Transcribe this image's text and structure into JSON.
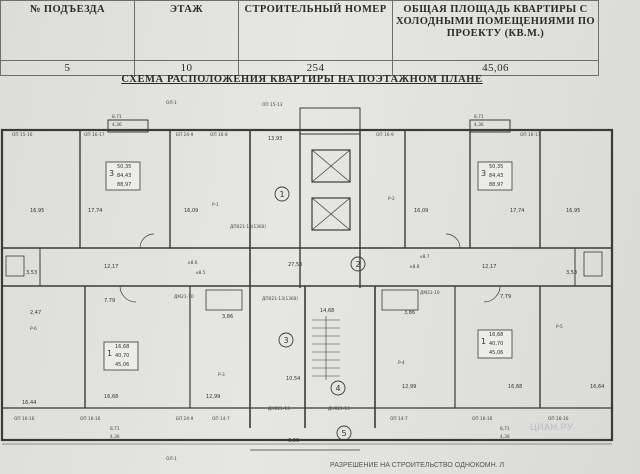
{
  "header": {
    "col1": "№ ПОДЪЕЗДА",
    "col2": "ЭТАЖ",
    "col3": "СТРОИТЕЛЬНЫЙ НОМЕР",
    "col4": "ОБЩАЯ ПЛОЩАДЬ КВАРТИРЫ С ХОЛОДНЫМИ ПОМЕЩЕНИЯМИ ПО ПРОЕКТУ (КВ.М.)",
    "entrance": "5",
    "floor": "10",
    "number": "254",
    "area": "45,06"
  },
  "title": "СХЕМА РАСПОЛОЖЕНИЯ КВАРТИРЫ НА ПОЭТАЖНОМ ПЛАНЕ",
  "plan": {
    "units": {
      "u1": [
        "3",
        "50,35",
        "84,43",
        "88,97"
      ],
      "u2": [
        "3",
        "50,35",
        "84,43",
        "88,97"
      ],
      "u3": [
        "1",
        "16,68",
        "40,70",
        "45,06"
      ],
      "u4": [
        "1",
        "16,68",
        "40,70",
        "45,06"
      ]
    },
    "rooms": {
      "r1": "16,95",
      "r2": "17,74",
      "r3": "16,09",
      "r4": "16,09",
      "r5": "17,74",
      "r6": "16,95",
      "r7": "12,17",
      "r8": "12,17",
      "r9": "3,53",
      "r10": "3,53",
      "r11": "2,47",
      "r12": "7,79",
      "r13": "7,79",
      "r14": "3,86",
      "r15": "3,86",
      "r16": "16,44",
      "r17": "16,68",
      "r18": "12,99",
      "r19": "12,99",
      "r20": "16,68",
      "r21": "16,64",
      "r22": "10,54",
      "r23": "14,68",
      "r24": "6,39",
      "r25": "27,53",
      "r26": "13,93"
    },
    "circles": [
      "1",
      "2",
      "3",
      "4",
      "5"
    ],
    "marks": {
      "p1": "P-1",
      "p2": "P-2",
      "p3": "P-3",
      "p4": "P-4",
      "p5": "P-5",
      "p6": "P-6",
      "el1": "к8.6",
      "el2": "к8.5",
      "el3": "к8.7",
      "el4": "к8.8",
      "d1": "ДП021-13(1360)",
      "d2": "ДП021-13(1360)",
      "d3": "ДН021-13",
      "d4": "ДН021-13",
      "d5": "ДМ21-10",
      "d6": "ДМ21-10",
      "o1": "ОП 15-16",
      "o2": "ОП 16-17",
      "o3": "БП 24-9",
      "o4": "ОП 16-8",
      "o5": "ОП 16-9",
      "o6": "ОП 16-17",
      "o7": "ОП 15-13",
      "b1": "ОП 16-16",
      "b2": "ОП 16-16",
      "b3": "БП 24-9",
      "b4": "ОП 14-7",
      "b5": "ОП 14-7",
      "b6": "ОП 16-16",
      "b7": "ОП 16-16",
      "top1": "8,71",
      "top2": "4,36",
      "top3": "8,71",
      "top4": "4,36",
      "bot1": "8,71",
      "bot2": "4,36",
      "bot3": "8,71",
      "bot4": "4,36",
      "ol1": "ОЛ-1",
      "ol2": "ОЛ-1"
    }
  },
  "footer": "РАЗРЕШЕНИЕ НА СТРОИТЕЛЬСТВО ОДНОКОМН. Л",
  "watermark": "ЦИАН.РУ"
}
